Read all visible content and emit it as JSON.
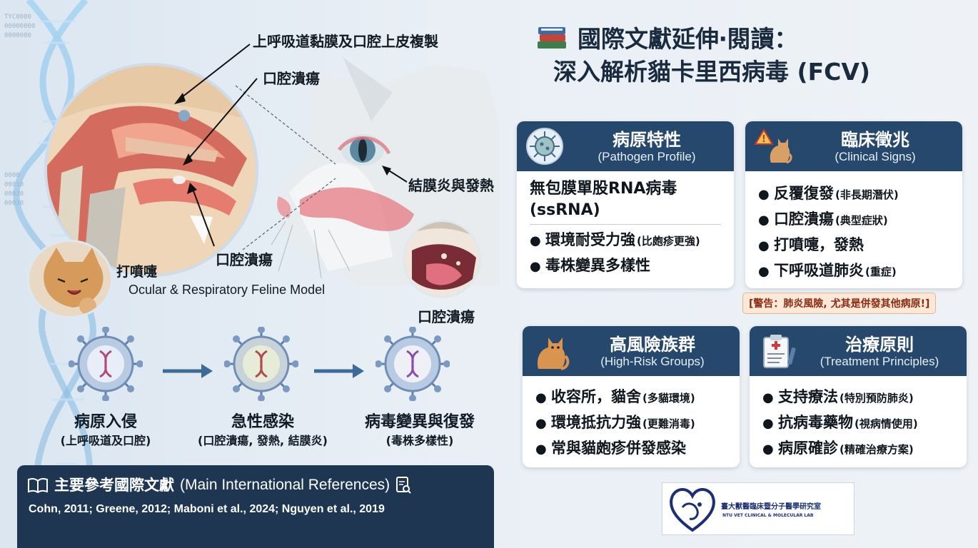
{
  "title": {
    "line1": "國際文獻延伸‧閱讀：",
    "line2": "深入解析貓卡里西病毒 (FCV)"
  },
  "illustration": {
    "label_top": "上呼吸道黏膜及口腔上皮複製",
    "label_oral1": "口腔潰瘍",
    "label_conj": "結膜炎與發熱",
    "label_oral2": "口腔潰瘍",
    "label_sneeze": "打噴嚏",
    "label_model": "Ocular & Respiratory Feline Model",
    "label_oral3": "口腔潰瘍"
  },
  "background_codes": {
    "top": [
      "TYC0000",
      "00000000",
      "0000000"
    ],
    "mid": [
      "0000",
      "00010",
      "00030",
      "00030"
    ]
  },
  "stages": [
    {
      "title": "病原入侵",
      "sub": "(上呼吸道及口腔)"
    },
    {
      "title": "急性感染",
      "sub": "(口腔潰瘍, 發熱, 結膜炎)"
    },
    {
      "title": "病毒變異與復發",
      "sub": "(毒株多樣性)"
    }
  ],
  "references": {
    "heading_zh": "主要參考國際文獻",
    "heading_en": "(Main International References)",
    "citations": "Cohn, 2011; Greene, 2012; Maboni et al., 2024; Nguyen et al., 2019"
  },
  "cards": {
    "pathogen": {
      "title": "病原特性",
      "subtitle": "(Pathogen Profile)",
      "icon": "virus-icon",
      "lead1": "無包膜單股RNA病毒",
      "lead2": "(ssRNA)",
      "items": [
        {
          "text": "環境耐受力強",
          "note": "(比皰疹更強)"
        },
        {
          "text": "毒株變異多樣性",
          "note": ""
        }
      ]
    },
    "clinical": {
      "title": "臨床徵兆",
      "subtitle": "(Clinical Signs)",
      "icon": "warning-cat-icon",
      "items": [
        {
          "text": "反覆復發",
          "note": "(非長期潛伏)"
        },
        {
          "text": "口腔潰瘍",
          "note": "(典型症狀)"
        },
        {
          "text": "打噴嚏，發熱",
          "note": ""
        },
        {
          "text": "下呼吸道肺炎",
          "note": "(重症)"
        }
      ]
    },
    "risk": {
      "title": "高風險族群",
      "subtitle": "(High-Risk Groups)",
      "icon": "cat-icon",
      "items": [
        {
          "text": "收容所，貓舍",
          "note": "(多貓環境)"
        },
        {
          "text": "環境抵抗力強",
          "note": "(更難消毒)"
        },
        {
          "text": "常與貓皰疹併發感染",
          "note": ""
        }
      ]
    },
    "treatment": {
      "title": "治療原則",
      "subtitle": "(Treatment Principles)",
      "icon": "clipboard-icon",
      "items": [
        {
          "text": "支持療法",
          "note": "(特別預防肺炎)"
        },
        {
          "text": "抗病毒藥物",
          "note": "(視病情使用)"
        },
        {
          "text": "病原確診",
          "note": "(精確治療方案)"
        }
      ]
    }
  },
  "warning": "[警告：肺炎風險, 尤其是併發其他病原!]",
  "logo": {
    "name": "臺大獸醫臨床暨分子醫學研究室",
    "english": "NTU VET CLINICAL & MOLECULAR LAB"
  },
  "colors": {
    "card_header": "#27486d",
    "ref_bar": "#1f3652",
    "warning_bg": "#fce8d8"
  }
}
